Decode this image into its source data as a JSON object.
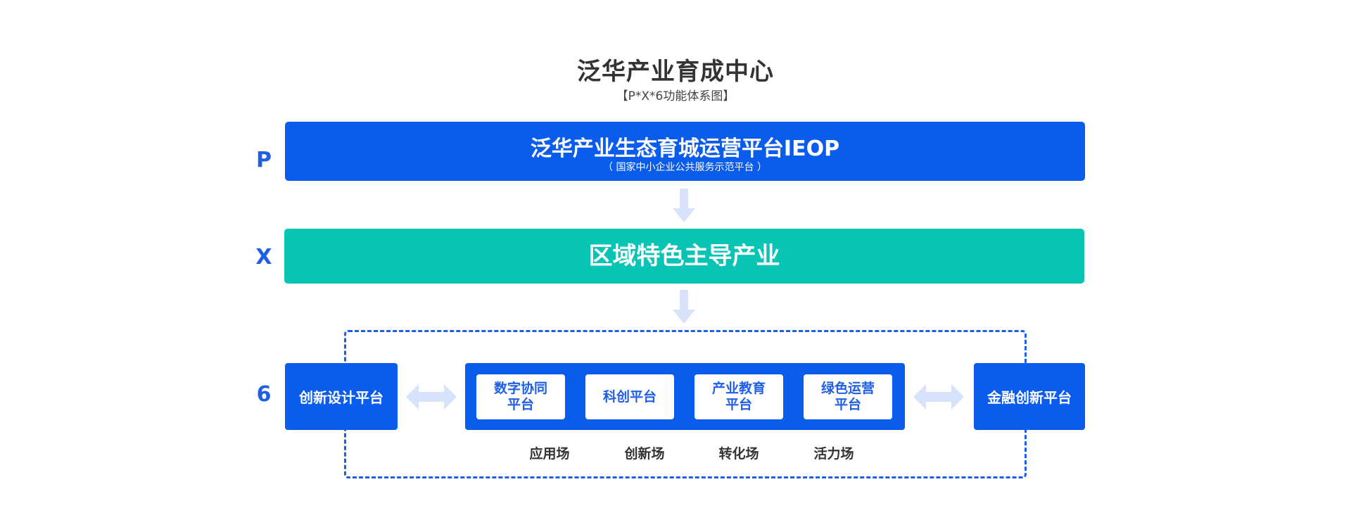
{
  "header": {
    "title": "泛华产业育成中心",
    "subtitle": "【P*X*6功能体系图】"
  },
  "rows": {
    "p": {
      "label": "P",
      "title": "泛华产业生态育城运营平台IEOP",
      "subtitle": "（ 国家中小企业公共服务示范平台 ）"
    },
    "x": {
      "label": "X",
      "title": "区域特色主导产业"
    },
    "six": {
      "label": "6",
      "left_platform": "创新设计平台",
      "right_platform": "金融创新平台",
      "center_platforms": [
        {
          "line1": "数字协同",
          "line2": "平台"
        },
        {
          "line1": "科创平台",
          "line2": ""
        },
        {
          "line1": "产业教育",
          "line2": "平台"
        },
        {
          "line1": "绿色运营",
          "line2": "平台"
        }
      ],
      "fields": [
        "应用场",
        "创新场",
        "转化场",
        "活力场"
      ]
    }
  },
  "colors": {
    "primary_blue": "#0a5ced",
    "teal": "#07c4b4",
    "arrow_light": "#d6e3fb",
    "label_blue": "#1f5fe5",
    "text_dark": "#333333"
  }
}
